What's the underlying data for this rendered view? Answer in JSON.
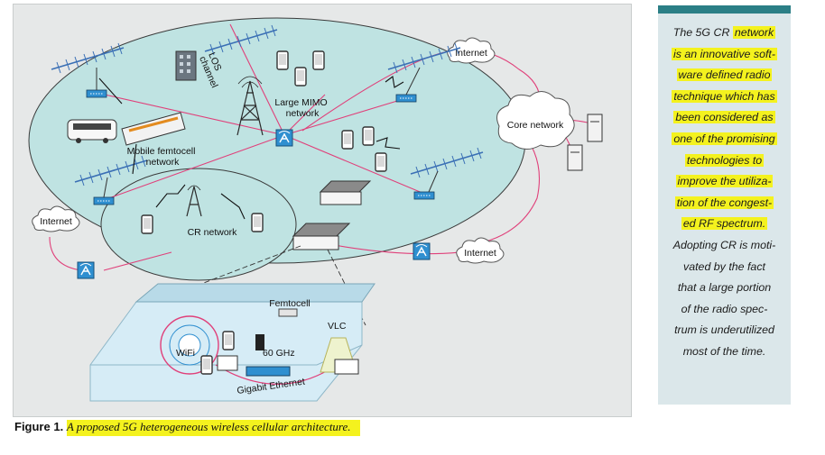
{
  "diagram": {
    "labels": {
      "internet": "Internet",
      "core_network": "Core network",
      "los_channel": "LOS\nchannel",
      "large_mimo": "Large MIMO\nnetwork",
      "mobile_femtocell": "Mobile femtocell\nnetwork",
      "cr_network": "CR network",
      "femtocell": "Femtocell",
      "vlc": "VLC",
      "wifi": "WiFi",
      "ghz60": "60 GHz",
      "gigabit_ethernet": "Gigabit Ethernet"
    }
  },
  "caption": {
    "number": "Figure 1.",
    "text": "A proposed 5G heterogeneous wireless cellular architecture."
  },
  "sidebar": {
    "lines": [
      {
        "text": "The 5G CR network",
        "highlight": "partial"
      },
      {
        "text": "is an innovative soft-",
        "highlight": "yes"
      },
      {
        "text": "ware defined radio",
        "highlight": "yes"
      },
      {
        "text": "technique which has",
        "highlight": "yes"
      },
      {
        "text": "been considered as",
        "highlight": "yes"
      },
      {
        "text": "one of the promising",
        "highlight": "yes"
      },
      {
        "text": "technologies to",
        "highlight": "yes"
      },
      {
        "text": "improve the utiliza-",
        "highlight": "yes"
      },
      {
        "text": "tion of the congest-",
        "highlight": "yes"
      },
      {
        "text": "ed RF spectrum.",
        "highlight": "yes"
      },
      {
        "text": "Adopting CR is moti-",
        "highlight": "no"
      },
      {
        "text": "vated by the fact",
        "highlight": "no"
      },
      {
        "text": "that a large portion",
        "highlight": "no"
      },
      {
        "text": "of the radio spec-",
        "highlight": "no"
      },
      {
        "text": "trum is underutilized",
        "highlight": "no"
      },
      {
        "text": "most of the time.",
        "highlight": "no"
      }
    ]
  },
  "colors": {
    "ellipse_fill": "#bfe3e2",
    "ellipse_stroke": "#3a3a3a",
    "link_pink": "#e0407a",
    "highlight": "#f4f21e",
    "sidebar_bar": "#2b7f86",
    "sidebar_bg": "#dbe7ea",
    "house_wall": "#d6ecf6",
    "base_station_blue": "#2f8fd0"
  }
}
